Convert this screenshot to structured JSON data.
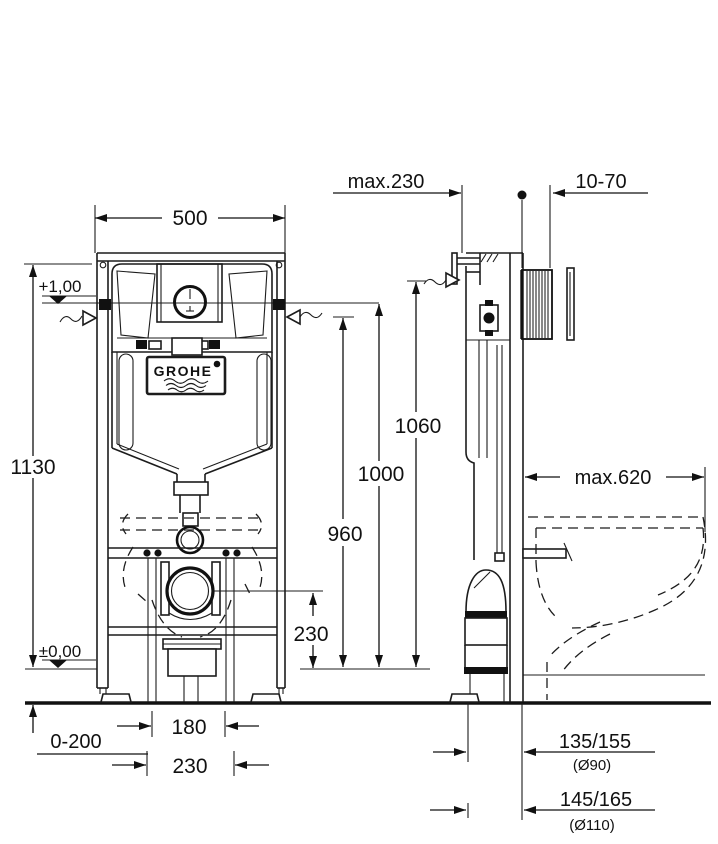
{
  "logo": {
    "brand": "GROHE"
  },
  "front": {
    "width": "500",
    "height": "1130",
    "level_top": "+1,00",
    "level_zero": "±0,00",
    "adjust": "0-200",
    "spacing_inner": "180",
    "spacing_outer": "230",
    "outlet_height": "230"
  },
  "side": {
    "depth": "max.230",
    "plate": "10-70",
    "h1": "1060",
    "h2": "1000",
    "h3": "960",
    "reach": "max.620",
    "drain90": "135/155",
    "drain90_d": "(Ø90)",
    "drain110": "145/165",
    "drain110_d": "(Ø110)"
  }
}
